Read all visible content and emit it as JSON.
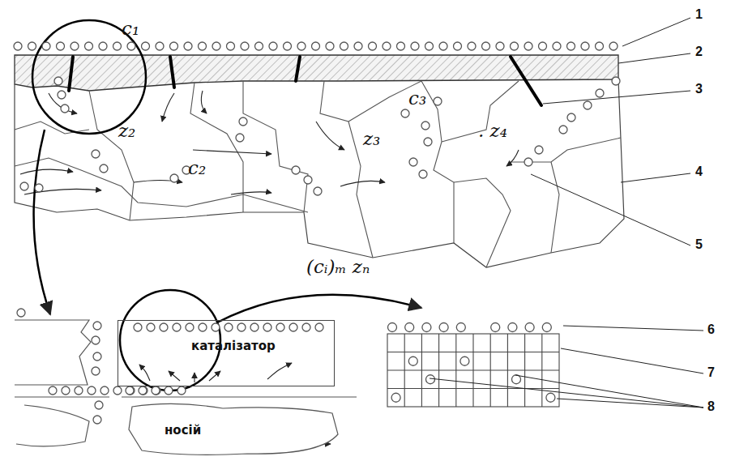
{
  "diagram": {
    "nodes": [
      {
        "text": [
          "каталізатор"
        ]
      },
      {
        "text": [
          "носій"
        ]
      }
    ],
    "labels": [
      "c₁",
      "z₂",
      "c₂",
      "z₃",
      "c₃",
      ". z₄",
      "(cᵢ)ₘ zₙ",
      "1",
      "2",
      "3",
      "4",
      "5",
      "6",
      "7",
      "8"
    ]
  }
}
